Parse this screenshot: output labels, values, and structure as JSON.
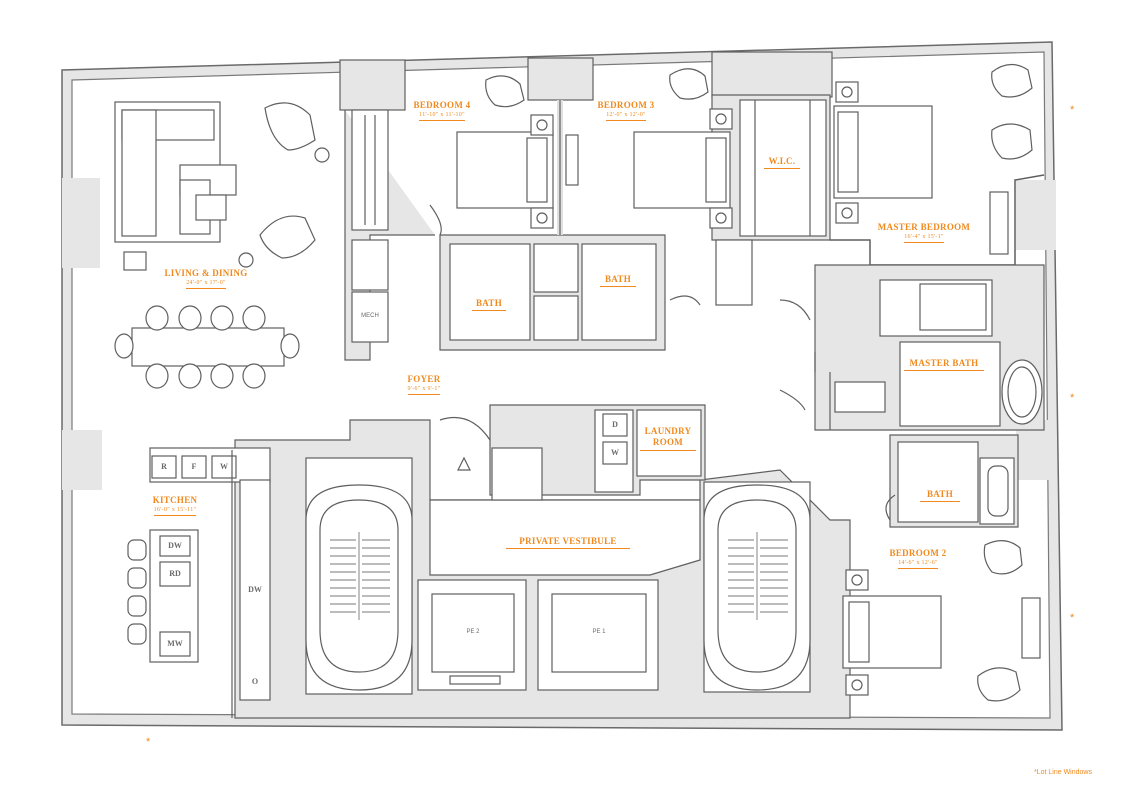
{
  "rooms": {
    "living": {
      "name": "LIVING & DINING",
      "dims": "24'-0\" x 17'-0\""
    },
    "bedroom4": {
      "name": "BEDROOM 4",
      "dims": "11'-10\" x 11'-10\""
    },
    "bedroom3": {
      "name": "BEDROOM 3",
      "dims": "12'-0\" x 12'-0\""
    },
    "wic": {
      "name": "W.I.C."
    },
    "master_bedroom": {
      "name": "MASTER BEDROOM",
      "dims": "16'-4\" x 15'-1\""
    },
    "bath_a": {
      "name": "BATH"
    },
    "bath_b": {
      "name": "BATH"
    },
    "foyer": {
      "name": "FOYER",
      "dims": "9'-6\" x 9'-1\""
    },
    "master_bath": {
      "name": "MASTER BATH"
    },
    "laundry": {
      "name": "LAUNDRY ROOM"
    },
    "kitchen": {
      "name": "KITCHEN",
      "dims": "16'-0\" x 15'-11\""
    },
    "bath_c": {
      "name": "BATH"
    },
    "private_vestibule": {
      "name": "PRIVATE VESTIBULE"
    },
    "bedroom2": {
      "name": "BEDROOM 2",
      "dims": "14'-6\" x 12'-6\""
    }
  },
  "fixtures": {
    "fridge": "R",
    "freezer": "F",
    "wine": "W",
    "dishwasher1": "DW",
    "rd": "RD",
    "dishwasher2": "DW",
    "microwave": "MW",
    "oven": "O",
    "dryer": "D",
    "washer": "W",
    "mech": "MECH",
    "pe2": "PE 2",
    "pe1": "PE 1"
  },
  "note": "*Lot Line Windows",
  "asterisk": "*",
  "colors": {
    "accent": "#f08a1e",
    "wall": "#e4e4e4",
    "line": "#5f5f5f"
  }
}
